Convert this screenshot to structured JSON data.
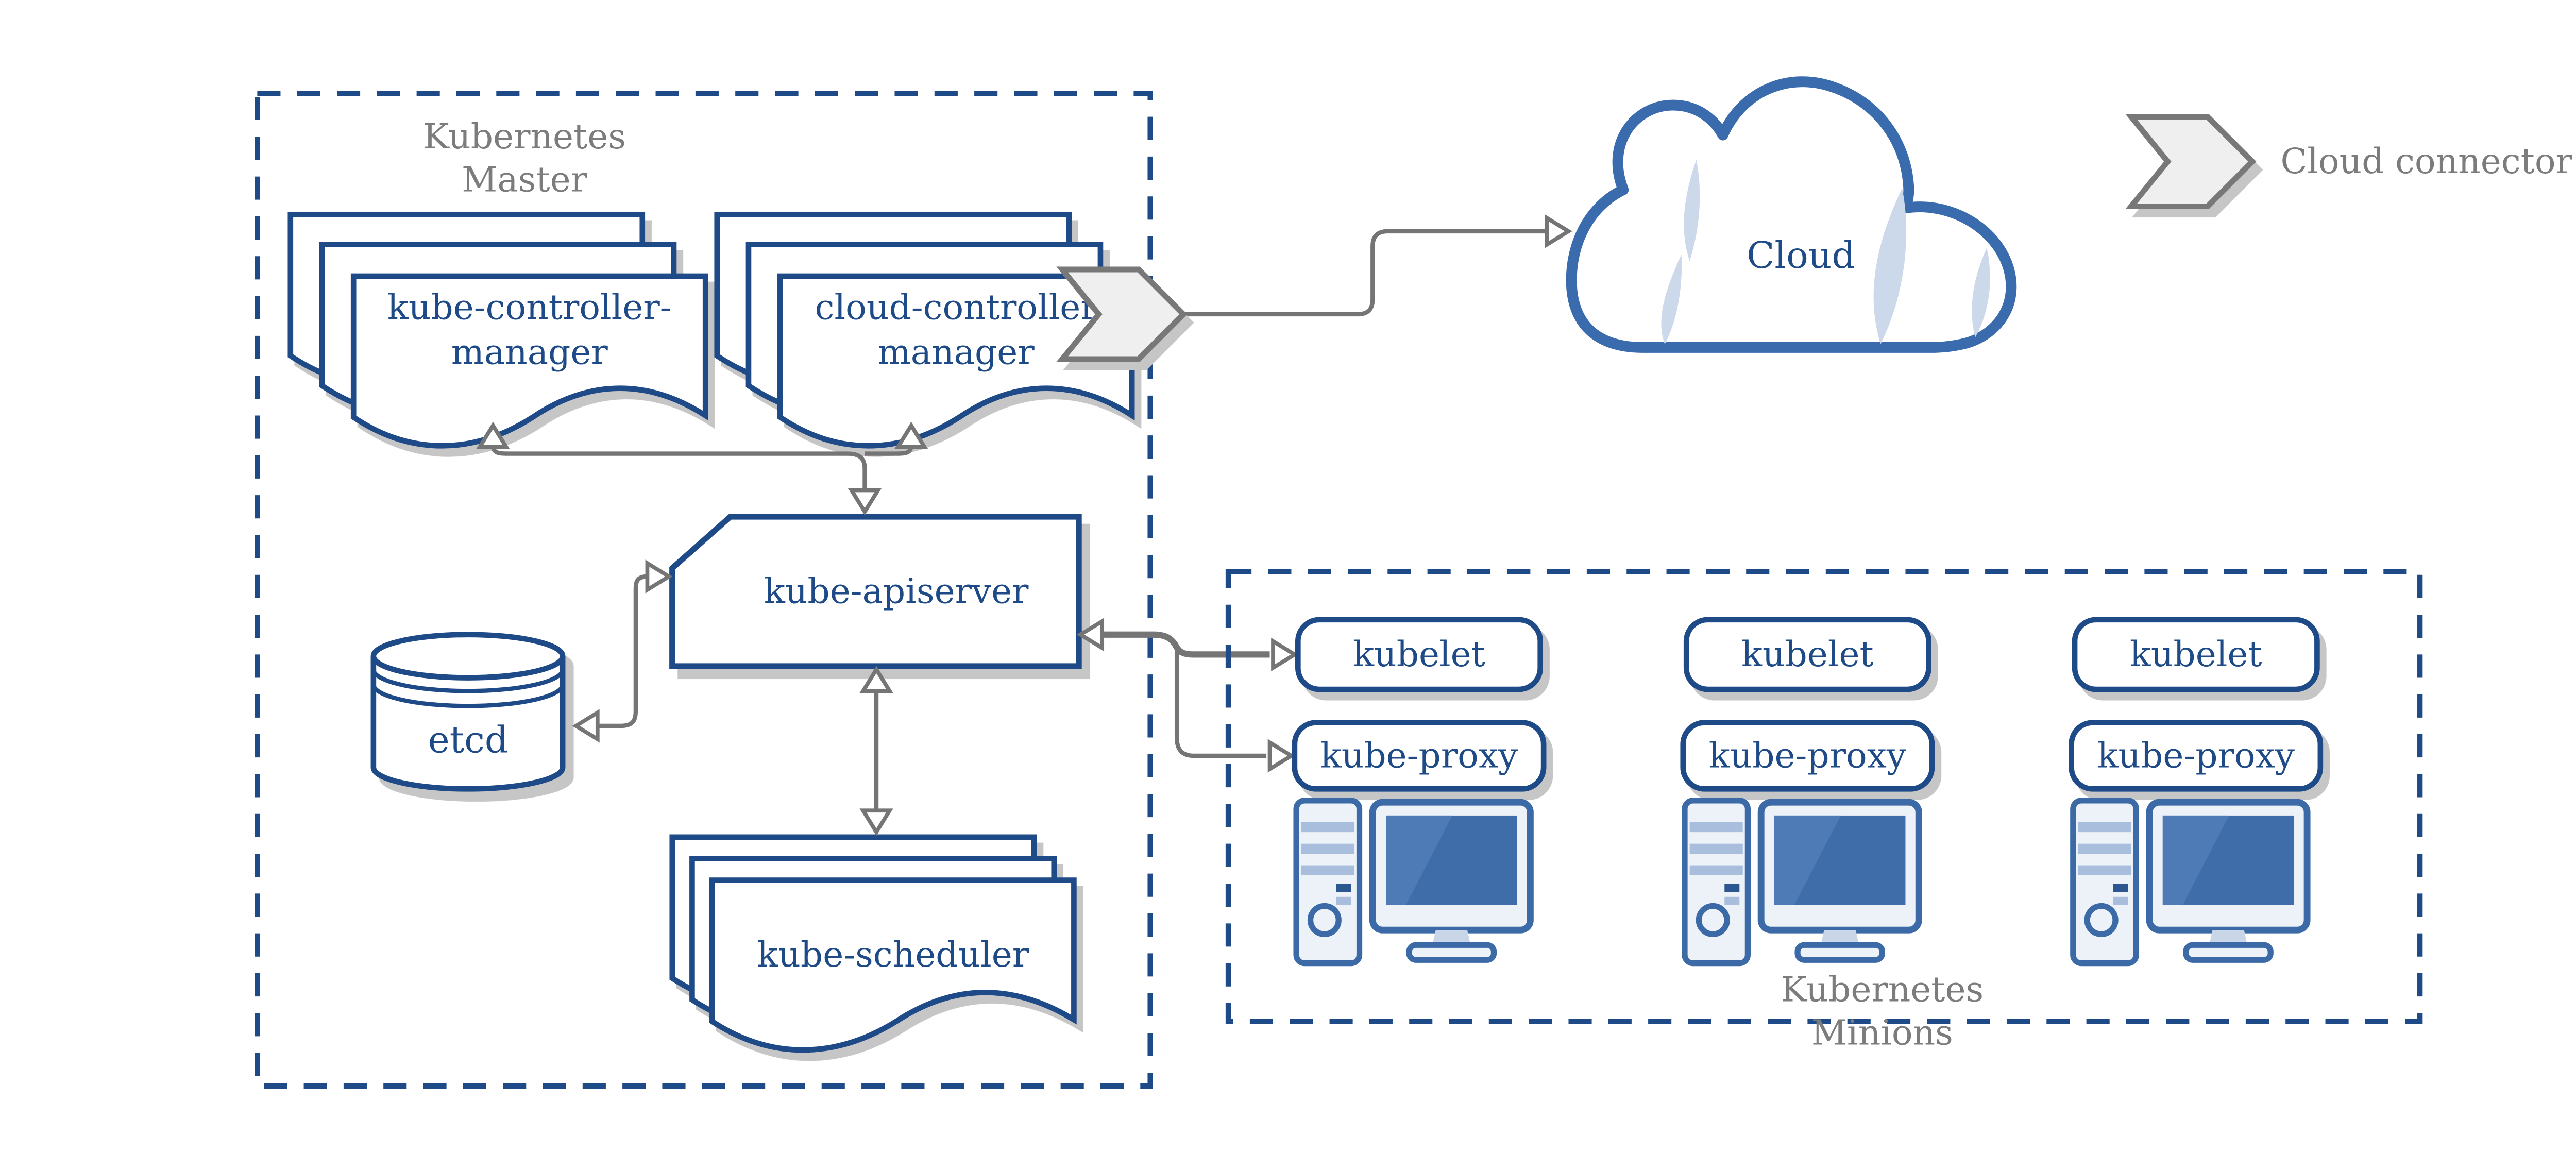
{
  "diagram": {
    "kind": "kubernetes-architecture",
    "background": "#ffffff"
  },
  "master": {
    "title_line1": "Kubernetes",
    "title_line2": "Master",
    "nodes": {
      "kube_controller_manager": {
        "line1": "kube-controller-",
        "line2": "manager"
      },
      "cloud_controller_manager": {
        "line1": "cloud-controller",
        "line2": "manager"
      },
      "kube_apiserver": {
        "label": "kube-apiserver"
      },
      "etcd": {
        "label": "etcd"
      },
      "kube_scheduler": {
        "label": "kube-scheduler"
      }
    }
  },
  "cloud": {
    "label": "Cloud"
  },
  "minions": {
    "title_line1": "Kubernetes",
    "title_line2": "Minions",
    "columns": [
      {
        "kubelet": "kubelet",
        "kube_proxy": "kube-proxy"
      },
      {
        "kubelet": "kubelet",
        "kube_proxy": "kube-proxy"
      },
      {
        "kubelet": "kubelet",
        "kube_proxy": "kube-proxy"
      }
    ]
  },
  "legend": {
    "cloud_connector": "Cloud connector"
  },
  "colors": {
    "node_border_and_text": "#1E4B87",
    "cloud_outline": "#3A6BAD",
    "cloud_accent": "#CBD9EB",
    "computer_border": "#3B6AA6",
    "computer_screen": "#3E6DA9",
    "computer_light_fill": "#EDF2F9",
    "connector_gray": "#757575",
    "label_gray": "#7C7C7C",
    "chevron_fill": "#EFEFEF",
    "shadow": "#C6C6C6",
    "background": "#FFFFFF"
  },
  "edges": [
    {
      "from": "kube-apiserver",
      "to": "kube-controller-manager",
      "style": "arrow-up"
    },
    {
      "from": "kube-apiserver",
      "to": "cloud-controller-manager",
      "style": "arrow-up"
    },
    {
      "from": "controller-managers-junction",
      "to": "kube-apiserver",
      "style": "arrow-down"
    },
    {
      "from": "kube-apiserver",
      "to": "etcd",
      "style": "bidirectional-s-curve"
    },
    {
      "from": "kube-apiserver",
      "to": "kube-scheduler",
      "style": "bidirectional-vertical"
    },
    {
      "from": "kube-apiserver",
      "to": "kubelet-column-1",
      "style": "bidirectional-horizontal"
    },
    {
      "from": "kube-apiserver",
      "to": "kube-proxy-column-1",
      "style": "arrow-right-branch"
    },
    {
      "from": "cloud-controller-manager",
      "to": "cloud",
      "style": "cloud-connector-elbow"
    }
  ]
}
